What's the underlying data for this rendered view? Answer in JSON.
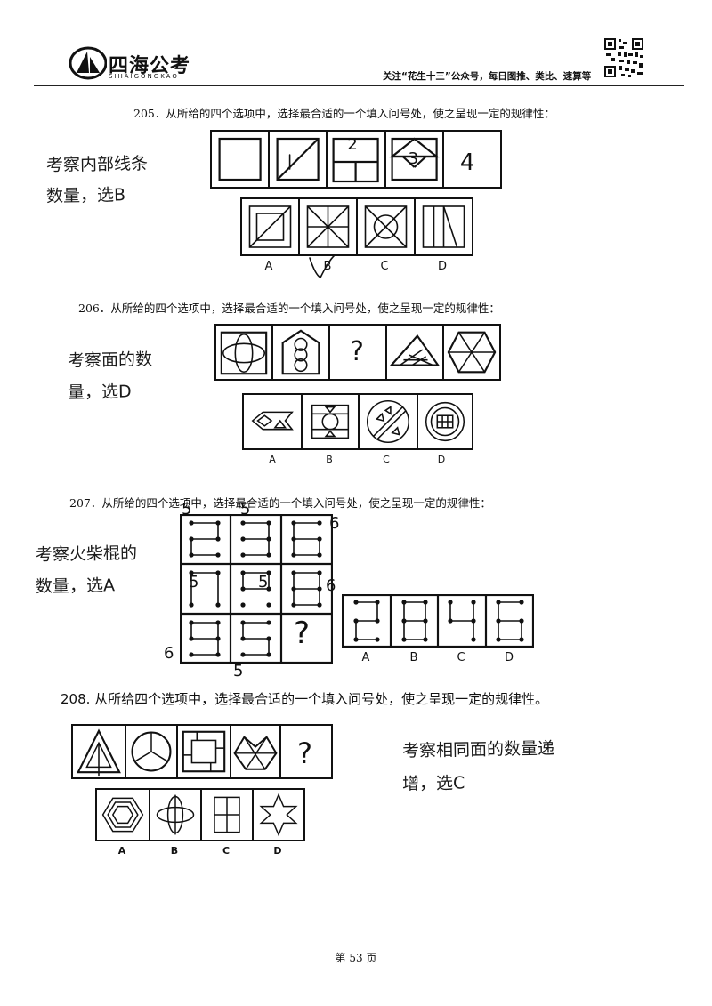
{
  "header": {
    "logo_text": "四海公考",
    "logo_sub": "SIHAIGONGKAO",
    "note": "关注“花生十三”公众号，每日图推、类比、速算等"
  },
  "q205": {
    "text": "205．从所给的四个选项中，选择最合适的一个填入问号处，使之呈现一定的规律性：",
    "note_line1": "考察内部线条",
    "note_line2": "数量，选B",
    "hand_2": "2",
    "hand_3": "3",
    "hand_4": "4",
    "options": [
      "A",
      "B",
      "C",
      "D"
    ]
  },
  "q206": {
    "text": "206．从所给的四个选项中，选择最合适的一个填入问号处，使之呈现一定的规律性：",
    "note_line1": "考察面的数",
    "note_line2": "量，选D",
    "question_mark": "?",
    "options": [
      "A",
      "B",
      "C",
      "D"
    ]
  },
  "q207": {
    "text": "207．从所给的四个选项中，选择最合适的一个填入问号处，使之呈现一定的规律性：",
    "note_line1": "考察火柴棍的",
    "note_line2": "数量，选A",
    "question_mark": "?",
    "hand_nums": [
      "5",
      "5",
      "6",
      "5",
      "5",
      "6",
      "6",
      "5"
    ],
    "options": [
      "A",
      "B",
      "C",
      "D"
    ]
  },
  "q208": {
    "text": "208. 从所给四个选项中，选择最合适的一个填入问号处，使之呈现一定的规律性。",
    "note_line1": "考察相同面的数量递",
    "note_line2": "增，选C",
    "question_mark": "?",
    "options": [
      "A",
      "B",
      "C",
      "D"
    ]
  },
  "footer": {
    "page": "第 53 页"
  }
}
